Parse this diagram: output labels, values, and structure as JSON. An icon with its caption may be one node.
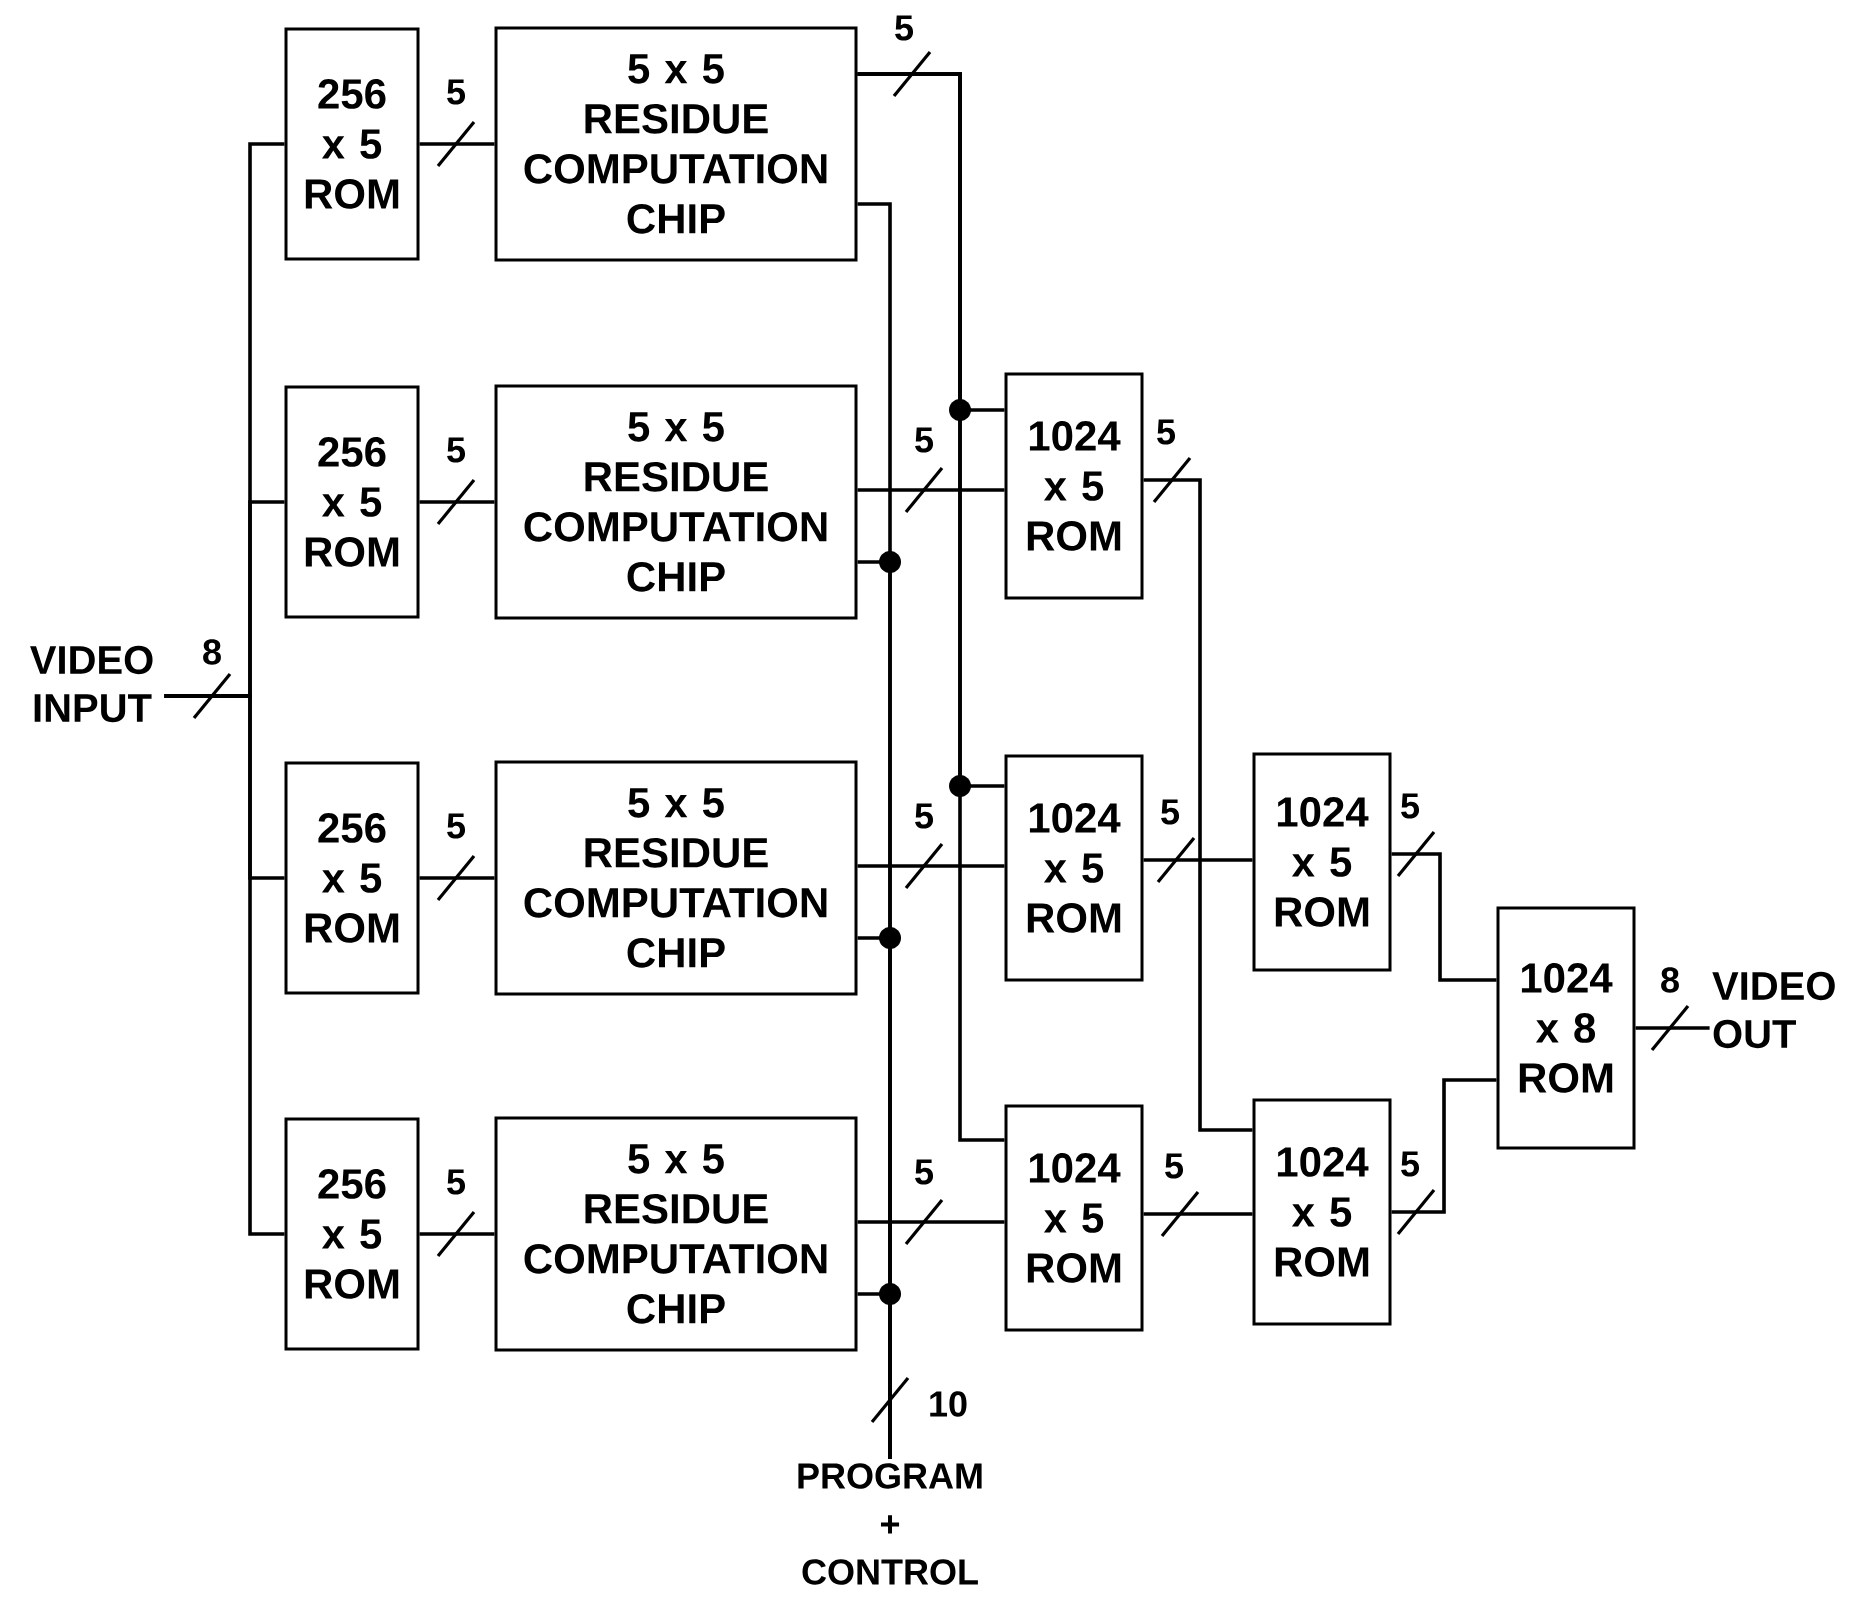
{
  "diagram": {
    "nodes": [
      {
        "text": [
          "VIDEO INPUT"
        ]
      },
      {
        "text": [
          "256 x 5 ROM"
        ]
      },
      {
        "text": [
          "256 x 5 ROM"
        ]
      },
      {
        "text": [
          "256 x 5 ROM"
        ]
      },
      {
        "text": [
          "256 x 5 ROM"
        ]
      },
      {
        "text": [
          "5 x 5",
          "RESIDUE COMPUTATION CHIP"
        ]
      },
      {
        "text": [
          "5 x 5",
          "RESIDUE COMPUTATION CHIP"
        ]
      },
      {
        "text": [
          "5 x 5",
          "RESIDUE COMPUTATION CHIP"
        ]
      },
      {
        "text": [
          "5 x 5",
          "RESIDUE COMPUTATION CHIP"
        ]
      },
      {
        "text": [
          "1024 x 5 ROM"
        ]
      },
      {
        "text": [
          "1024 x 5 ROM"
        ]
      },
      {
        "text": [
          "1024 x 5 ROM"
        ]
      },
      {
        "text": [
          "1024 x 5 ROM"
        ]
      },
      {
        "text": [
          "1024 x 5 ROM"
        ]
      },
      {
        "text": [
          "1024 x 8 ROM"
        ]
      },
      {
        "text": [
          "VIDEO OUT"
        ]
      },
      {
        "text": [
          "PROGRAM + CONTROL"
        ]
      }
    ],
    "edges": [
      {
        "from": 0,
        "to": 1,
        "arrow": "none",
        "label": "8"
      },
      {
        "from": 0,
        "to": 2,
        "arrow": "none"
      },
      {
        "from": 0,
        "to": 3,
        "arrow": "none"
      },
      {
        "from": 0,
        "to": 4,
        "arrow": "none"
      },
      {
        "from": 1,
        "to": 5,
        "arrow": "none",
        "label": "5"
      },
      {
        "from": 2,
        "to": 6,
        "arrow": "none",
        "label": "5"
      },
      {
        "from": 3,
        "to": 7,
        "arrow": "none",
        "label": "5"
      },
      {
        "from": 4,
        "to": 8,
        "arrow": "none",
        "label": "5"
      },
      {
        "from": 5,
        "to": 9,
        "arrow": "none",
        "label": "5"
      },
      {
        "from": 5,
        "to": 10,
        "arrow": "none"
      },
      {
        "from": 5,
        "to": 11,
        "arrow": "none"
      },
      {
        "from": 6,
        "to": 9,
        "arrow": "none",
        "label": "5"
      },
      {
        "from": 7,
        "to": 10,
        "arrow": "none",
        "label": "5"
      },
      {
        "from": 8,
        "to": 11,
        "arrow": "none",
        "label": "5"
      },
      {
        "from": 16,
        "to": 5,
        "arrow": "none",
        "label": "10"
      },
      {
        "from": 16,
        "to": 6,
        "arrow": "none"
      },
      {
        "from": 16,
        "to": 7,
        "arrow": "none"
      },
      {
        "from": 16,
        "to": 8,
        "arrow": "none"
      },
      {
        "from": 9,
        "to": 13,
        "arrow": "none",
        "label": "5"
      },
      {
        "from": 10,
        "to": 12,
        "arrow": "none",
        "label": "5"
      },
      {
        "from": 11,
        "to": 13,
        "arrow": "none",
        "label": "5"
      },
      {
        "from": 12,
        "to": 14,
        "arrow": "none",
        "label": "5"
      },
      {
        "from": 13,
        "to": 14,
        "arrow": "none",
        "label": "5"
      },
      {
        "from": 14,
        "to": 15,
        "arrow": "none",
        "label": "8"
      }
    ]
  }
}
